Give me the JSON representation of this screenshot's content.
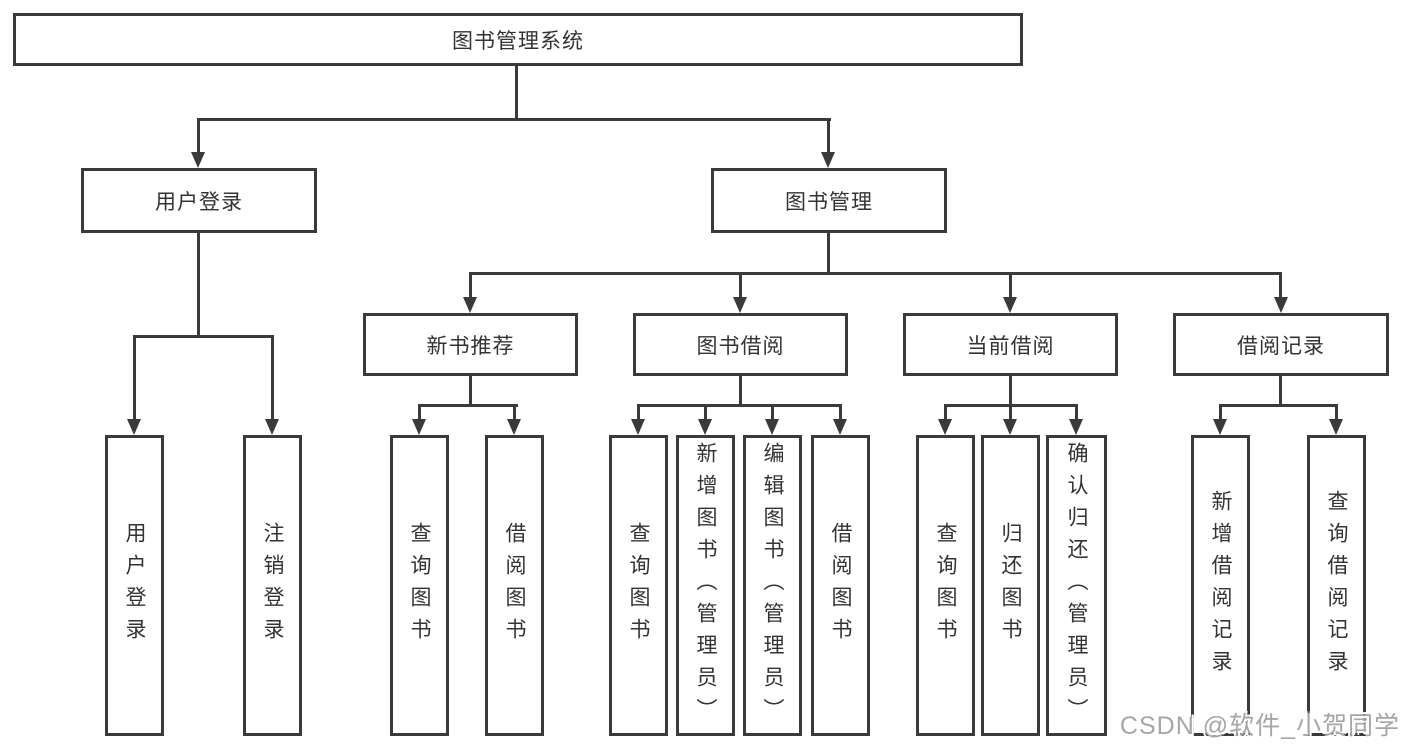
{
  "diagram": {
    "title": "图书管理系统",
    "type": "hierarchy-tree",
    "root": {
      "label": "图书管理系统"
    },
    "branches": [
      {
        "label": "用户登录",
        "children": [
          "用户登录",
          "注销登录"
        ]
      },
      {
        "label": "图书管理",
        "sections": [
          {
            "label": "新书推荐",
            "children": [
              "查询图书",
              "借阅图书"
            ]
          },
          {
            "label": "图书借阅",
            "children": [
              "查询图书",
              "新增图书（管理员）",
              "编辑图书（管理员）",
              "借阅图书"
            ]
          },
          {
            "label": "当前借阅",
            "children": [
              "查询图书",
              "归还图书",
              "确认归还（管理员）"
            ]
          },
          {
            "label": "借阅记录",
            "children": [
              "新增借阅记录",
              "查询借阅记录"
            ]
          }
        ]
      }
    ]
  },
  "colors": {
    "line": "#3a3a3a",
    "text": "#333333",
    "background": "#ffffff",
    "watermark_gray": "#a6a6a6"
  },
  "watermark": {
    "text": "CSDN @软件_小贺同学"
  }
}
